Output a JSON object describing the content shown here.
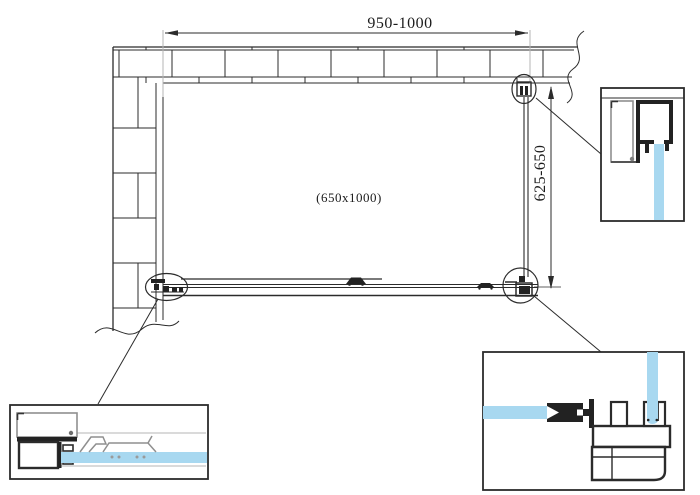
{
  "drawing": {
    "top_width_label": "950-1000",
    "side_depth_label": "625-650",
    "panel_size_label": "(650x1000)"
  },
  "colors": {
    "glass_blue": "#a8d8f0",
    "line_dark": "#2b2b2b",
    "profile_gray": "#8f8f8f"
  }
}
